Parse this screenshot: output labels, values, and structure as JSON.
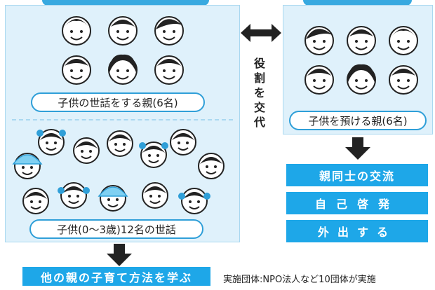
{
  "left_panel": {
    "parents_label": "子供の世話をする親(6名)",
    "children_label": "子供(0〜3歳)12名の世話"
  },
  "right_panel": {
    "parents_label": "子供を預ける親(6名)"
  },
  "exchange_label": "役割を交代",
  "right_buttons": [
    "親同士の交流",
    "自己啓発",
    "外出する"
  ],
  "bottom_button": "他の親の子育て方法を学ぶ",
  "note": "実施団体:NPO法人など10団体が実施",
  "colors": {
    "accent": "#1ea7e8",
    "panel": "#dff1fb",
    "border": "#2f9fd8"
  }
}
